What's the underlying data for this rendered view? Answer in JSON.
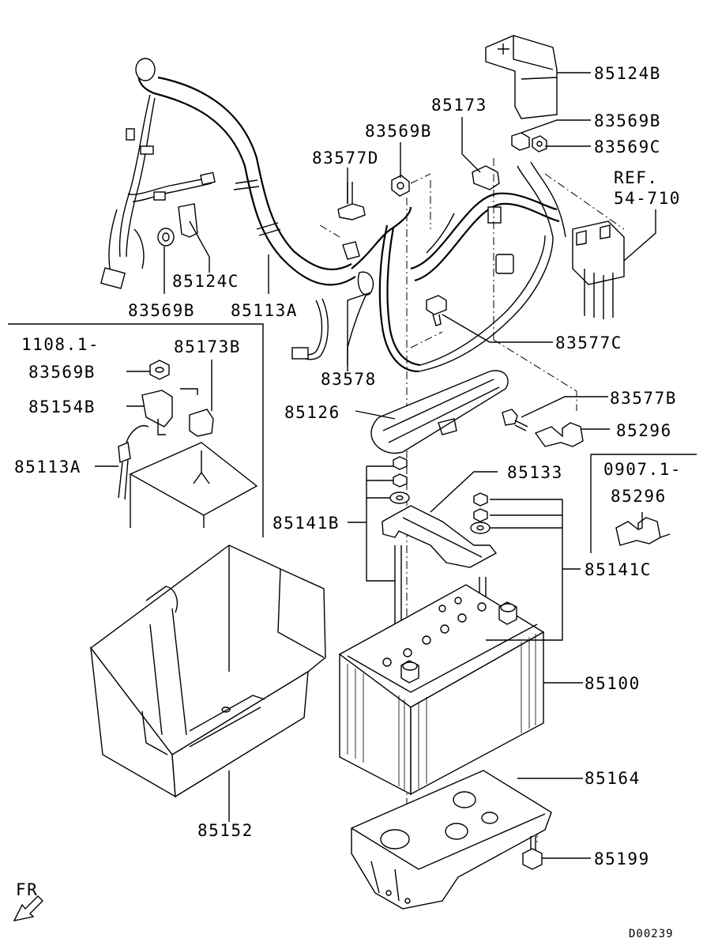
{
  "labels": {
    "p85124B": "85124B",
    "p85173": "85173",
    "p83569B_top": "83569B",
    "p83569B_mid": "83569B",
    "p83569C": "83569C",
    "p83577D": "83577D",
    "ref": "REF.",
    "ref_num": "54-710",
    "p85124C": "85124C",
    "p83569B_left": "83569B",
    "p85113A_top": "85113A",
    "p83577C": "83577C",
    "p83578": "83578",
    "variant_1108": "1108.1-",
    "p85173B": "85173B",
    "p83569B_inset": "83569B",
    "p85154B": "85154B",
    "p85113A_inset": "85113A",
    "p85126": "85126",
    "p83577B": "83577B",
    "p85296": "85296",
    "p85133": "85133",
    "variant_0907": "0907.1-",
    "p85296_inset": "85296",
    "p85141B": "85141B",
    "p85141C": "85141C",
    "p85100": "85100",
    "p85152": "85152",
    "p85164": "85164",
    "p85199": "85199",
    "front": "FR",
    "drawing_id": "D00239"
  },
  "icons": {
    "front_arrow": "arrow-down-left-icon"
  }
}
